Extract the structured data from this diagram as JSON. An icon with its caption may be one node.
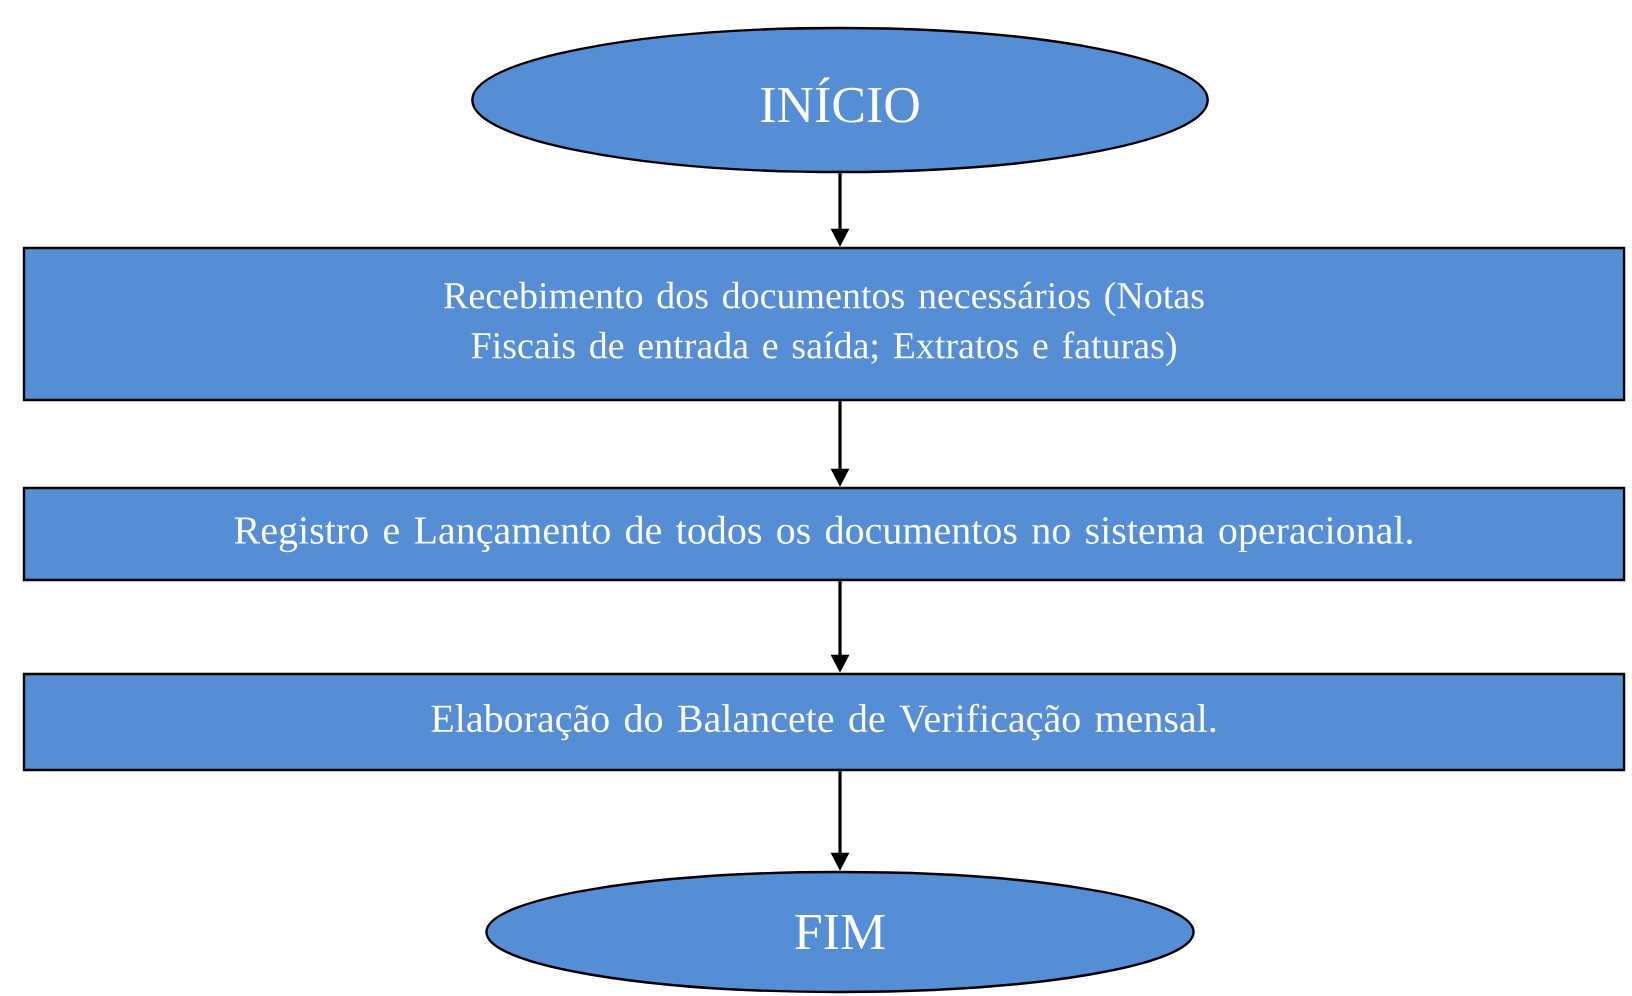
{
  "diagram": {
    "nodes": [
      {
        "text": [
          "INÍCIO"
        ]
      },
      {
        "text": [
          "Recebimento dos documentos necessários (Notas Fiscais de entrada e saída; Extratos e faturas)"
        ]
      },
      {
        "text": [
          "Registro e Lançamento de todos os documentos no sistema operacional."
        ]
      },
      {
        "text": [
          "Elaboração do Balancete de Verificação mensal."
        ]
      },
      {
        "text": [
          "FIM"
        ]
      }
    ],
    "edges": [
      {
        "from": 0,
        "to": 1,
        "arrow": "to"
      },
      {
        "from": 1,
        "to": 2,
        "arrow": "to"
      },
      {
        "from": 2,
        "to": 3,
        "arrow": "to"
      },
      {
        "from": 3,
        "to": 4,
        "arrow": "to"
      }
    ]
  }
}
